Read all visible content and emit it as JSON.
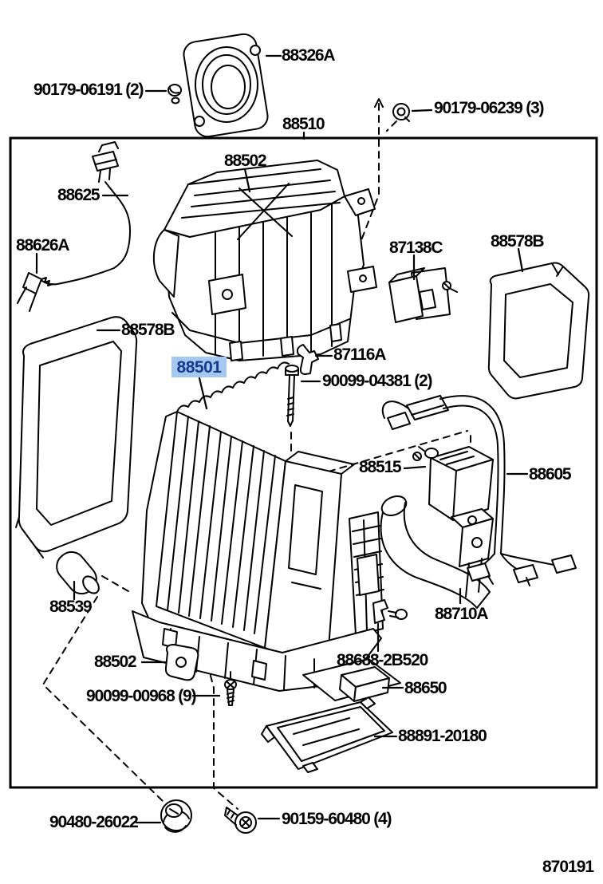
{
  "figure": {
    "footer_code": "870191"
  },
  "colors": {
    "line": "#000000",
    "background": "#ffffff",
    "highlight_bg": "#a6c8f0",
    "highlight_text": "#163a8c"
  },
  "labels": {
    "flange": {
      "text": "88326A"
    },
    "screw_06191": {
      "text": "90179-06191 (2)"
    },
    "nut_06239": {
      "text": "90179-06239 (3)"
    },
    "unit_assy": {
      "text": "88510"
    },
    "case_upper": {
      "text": "88502"
    },
    "wire": {
      "text": "88625"
    },
    "thermistor": {
      "text": "88626A"
    },
    "resistor": {
      "text": "87138C"
    },
    "seal_right": {
      "text": "88578B"
    },
    "seal_left": {
      "text": "88578B"
    },
    "clamp": {
      "text": "87116A"
    },
    "evaporator": {
      "text": "88501",
      "highlighted": true
    },
    "bolt_04381": {
      "text": "90099-04381 (2)"
    },
    "valve": {
      "text": "88515"
    },
    "harness": {
      "text": "88605"
    },
    "hose": {
      "text": "88539"
    },
    "pipe": {
      "text": "88710A"
    },
    "bracket": {
      "text": "88502"
    },
    "packing": {
      "text": "88688-2B520"
    },
    "screw_00968": {
      "text": "90099-00968 (9)"
    },
    "amplifier": {
      "text": "88650"
    },
    "cover": {
      "text": "88891-20180"
    },
    "grommet": {
      "text": "90480-26022"
    },
    "screw_60480": {
      "text": "90159-60480 (4)"
    }
  }
}
